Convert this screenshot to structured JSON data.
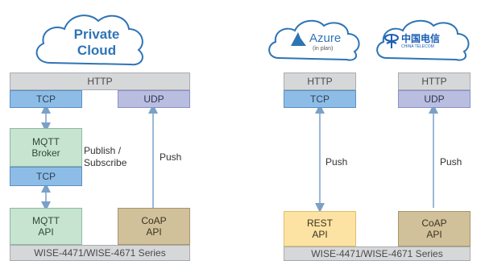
{
  "left": {
    "cloud": {
      "line1": "Private",
      "line2": "Cloud"
    },
    "http": "HTTP",
    "tcp_top": "TCP",
    "udp": "UDP",
    "mqtt_broker": {
      "line1": "MQTT",
      "line2": "Broker"
    },
    "tcp_broker": "TCP",
    "publish_label": {
      "line1": "Publish /",
      "line2": "Subscribe"
    },
    "push_label": "Push",
    "mqtt_api": {
      "line1": "MQTT",
      "line2": "API"
    },
    "coap_api": {
      "line1": "CoAP",
      "line2": "API"
    },
    "device": "WISE-4471/WISE-4671 Series"
  },
  "right": {
    "azure": {
      "name": "Azure",
      "note": "(in plan)"
    },
    "telecom": {
      "name": "中国电信",
      "sub": "CHINA TELECOM"
    },
    "http1": "HTTP",
    "tcp": "TCP",
    "http2": "HTTP",
    "udp": "UDP",
    "push1": "Push",
    "push2": "Push",
    "rest_api": {
      "line1": "REST",
      "line2": "API"
    },
    "coap_api": {
      "line1": "CoAP",
      "line2": "API"
    },
    "device": "WISE-4471/WISE-4671 Series"
  },
  "colors": {
    "cloud_stroke": "#2e74b5",
    "cloud_text": "#2e74b5",
    "azure_blue": "#2e74b5",
    "telecom_blue": "#1a5fb4",
    "arrow": "#7aa0c8"
  }
}
